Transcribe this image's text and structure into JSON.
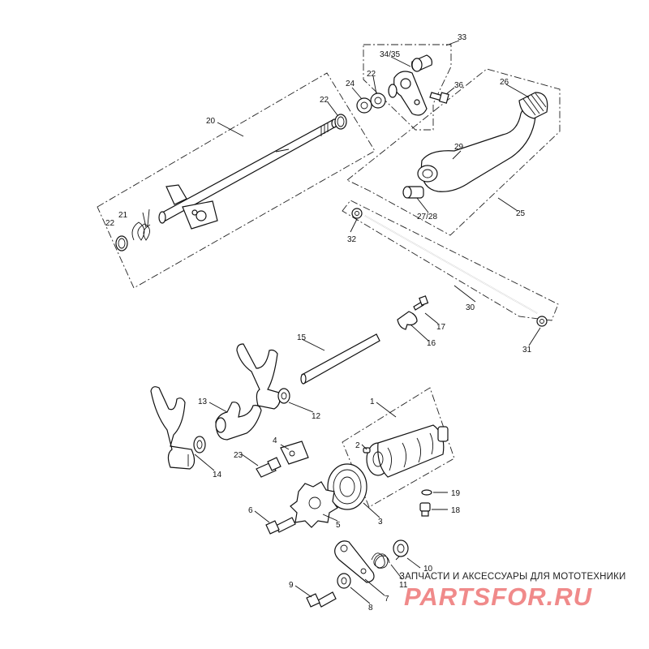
{
  "labels": {
    "l1": "1",
    "l2": "2",
    "l3": "3",
    "l4": "4",
    "l5": "5",
    "l6": "6",
    "l7": "7",
    "l8": "8",
    "l9": "9",
    "l10": "10",
    "l11": "11",
    "l12": "12",
    "l13": "13",
    "l14": "14",
    "l15": "15",
    "l16": "16",
    "l17": "17",
    "l18": "18",
    "l19": "19",
    "l20": "20",
    "l21": "21",
    "l22a": "22",
    "l22b": "22",
    "l22c": "22",
    "l23": "23",
    "l24": "24",
    "l25": "25",
    "l26": "26",
    "l2728": "27/28",
    "l29": "29",
    "l30": "30",
    "l31": "31",
    "l32": "32",
    "l33": "33",
    "l3435": "34/35",
    "l36": "36"
  },
  "watermark": {
    "tagline": "ЗАПЧАСТИ И АКСЕССУАРЫ ДЛЯ МОТОТЕХНИКИ",
    "logo": "PARTSFOR.RU"
  },
  "colors": {
    "highlight": "#f2a9a9",
    "logo": "#f08a8a",
    "line": "#111111"
  }
}
